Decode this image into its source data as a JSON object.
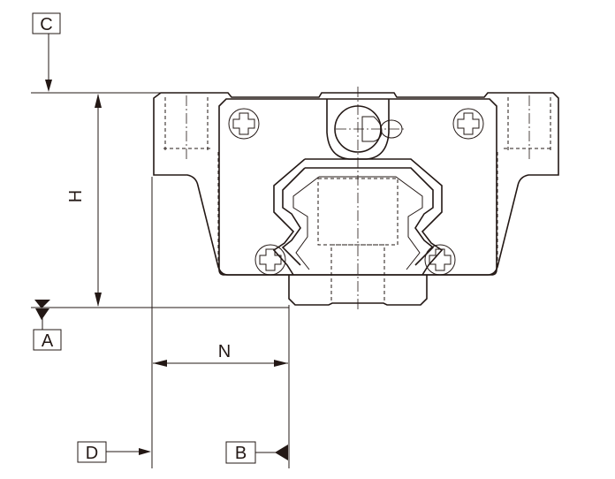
{
  "drawing": {
    "datum_labels": {
      "a": "A",
      "b": "B",
      "c": "C",
      "d": "D"
    },
    "dimension_labels": {
      "height": "H",
      "width": "N"
    },
    "line_color": "#231815"
  }
}
